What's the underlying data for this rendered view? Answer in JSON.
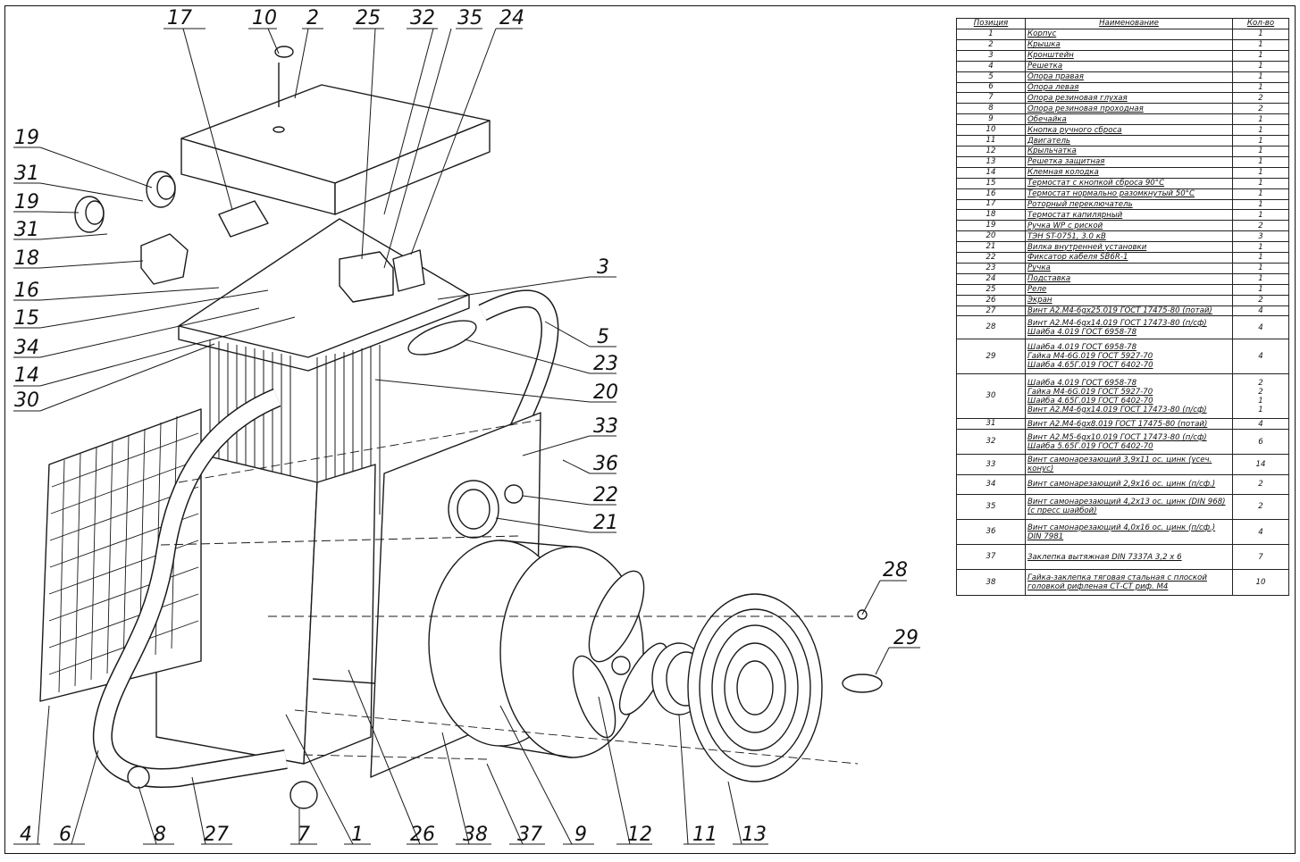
{
  "bom": {
    "headers": [
      "Позиция",
      "Наименование",
      "Кол-во"
    ],
    "rows": [
      {
        "pos": "1",
        "name": [
          "Корпус"
        ],
        "qty": [
          "1"
        ]
      },
      {
        "pos": "2",
        "name": [
          "Крышка"
        ],
        "qty": [
          "1"
        ]
      },
      {
        "pos": "3",
        "name": [
          "Кронштейн"
        ],
        "qty": [
          "1"
        ]
      },
      {
        "pos": "4",
        "name": [
          "Решетка"
        ],
        "qty": [
          "1"
        ]
      },
      {
        "pos": "5",
        "name": [
          "Опора правая"
        ],
        "qty": [
          "1"
        ]
      },
      {
        "pos": "6",
        "name": [
          "Опора левая"
        ],
        "qty": [
          "1"
        ]
      },
      {
        "pos": "7",
        "name": [
          "Опора резиновая глухая"
        ],
        "qty": [
          "2"
        ]
      },
      {
        "pos": "8",
        "name": [
          "Опора резиновая проходная"
        ],
        "qty": [
          "2"
        ]
      },
      {
        "pos": "9",
        "name": [
          "Обечайка"
        ],
        "qty": [
          "1"
        ]
      },
      {
        "pos": "10",
        "name": [
          "Кнопка ручного сброса"
        ],
        "qty": [
          "1"
        ]
      },
      {
        "pos": "11",
        "name": [
          "Двигатель"
        ],
        "qty": [
          "1"
        ]
      },
      {
        "pos": "12",
        "name": [
          "Крыльчатка"
        ],
        "qty": [
          "1"
        ]
      },
      {
        "pos": "13",
        "name": [
          "Решетка защитная"
        ],
        "qty": [
          "1"
        ]
      },
      {
        "pos": "14",
        "name": [
          "Клемная колодка"
        ],
        "qty": [
          "1"
        ]
      },
      {
        "pos": "15",
        "name": [
          "Термостат с кнопкой сброса 90°C"
        ],
        "qty": [
          "1"
        ]
      },
      {
        "pos": "16",
        "name": [
          "Термостат нормально разомкнутый 50°C"
        ],
        "qty": [
          "1"
        ]
      },
      {
        "pos": "17",
        "name": [
          "Роторный переключатель"
        ],
        "qty": [
          "1"
        ]
      },
      {
        "pos": "18",
        "name": [
          "Термостат капилярный"
        ],
        "qty": [
          "1"
        ]
      },
      {
        "pos": "19",
        "name": [
          "Ручка WP с риской"
        ],
        "qty": [
          "2"
        ]
      },
      {
        "pos": "20",
        "name": [
          "ТЭН ST-0751, 3.0 кВ"
        ],
        "qty": [
          "3"
        ]
      },
      {
        "pos": "21",
        "name": [
          "Вилка внутренней установки"
        ],
        "qty": [
          "1"
        ]
      },
      {
        "pos": "22",
        "name": [
          "Фиксатор кабеля SB6R-1"
        ],
        "qty": [
          "1"
        ]
      },
      {
        "pos": "23",
        "name": [
          "Ручка"
        ],
        "qty": [
          "1"
        ]
      },
      {
        "pos": "24",
        "name": [
          "Подставка"
        ],
        "qty": [
          "1"
        ]
      },
      {
        "pos": "25",
        "name": [
          "Реле"
        ],
        "qty": [
          "1"
        ]
      },
      {
        "pos": "26",
        "name": [
          "Экран"
        ],
        "qty": [
          "2"
        ]
      },
      {
        "pos": "27",
        "name": [
          "Винт А2.М4-6gx25.019 ГОСТ 17475-80 (потай)"
        ],
        "qty": [
          "4"
        ]
      },
      {
        "pos": "28",
        "name": [
          "Винт А2.М4-6gx14.019 ГОСТ 17473-80 (п/сф)",
          "Шайба 4.019 ГОСТ 6958-78"
        ],
        "qty": [
          "4"
        ]
      },
      {
        "pos": "29",
        "name": [
          "Шайба 4.019 ГОСТ 6958-78",
          "Гайка М4-6G.019 ГОСТ 5927-70",
          "Шайба 4.65Г.019 ГОСТ 6402-70"
        ],
        "qty": [
          "4"
        ]
      },
      {
        "pos": "30",
        "name": [
          "Шайба 4.019 ГОСТ 6958-78",
          "Гайка М4-6G.019 ГОСТ 5927-70",
          "Шайба 4.65Г.019 ГОСТ 6402-70",
          "Винт А2.М4-6gx14.019 ГОСТ 17473-80 (п/сф)"
        ],
        "qty": [
          "2",
          "2",
          "1",
          "1"
        ]
      },
      {
        "pos": "31",
        "name": [
          "Винт А2.М4-6gx8.019 ГОСТ 17475-80 (потай)"
        ],
        "qty": [
          "4"
        ]
      },
      {
        "pos": "32",
        "name": [
          "Винт А2.М5-6gx10.019 ГОСТ 17473-80 (п/сф)",
          "Шайба 5.65Г.019 ГОСТ 6402-70"
        ],
        "qty": [
          "6"
        ]
      },
      {
        "pos": "33",
        "name": [
          "Винт самонарезающий 3,9х11 ос. цинк (усеч. конус)"
        ],
        "qty": [
          "14"
        ]
      },
      {
        "pos": "34",
        "name": [
          "Винт самонарезающий 2,9х16 ос. цинк (п/сф.)"
        ],
        "qty": [
          "2"
        ]
      },
      {
        "pos": "35",
        "name": [
          "Винт самонарезающий 4,2х13 ос. цинк (DIN 968)",
          "(с пресс шайбой)"
        ],
        "qty": [
          "2"
        ]
      },
      {
        "pos": "36",
        "name": [
          "Винт самонарезающий 4,0х16 ос. цинк (п/сф.)",
          "DIN 7981"
        ],
        "qty": [
          "4"
        ]
      },
      {
        "pos": "37",
        "name": [
          "Заклепка вытяжная DIN 7337A 3,2 x 6"
        ],
        "qty": [
          "7"
        ]
      },
      {
        "pos": "38",
        "name": [
          "Гайка-заклепка тяговая стальная с плоской",
          "головкой рифленая СТ-СТ риф. М4"
        ],
        "qty": [
          "10"
        ]
      }
    ]
  },
  "callouts": {
    "c17": "17",
    "c10": "10",
    "c2": "2",
    "c25": "25",
    "c32": "32",
    "c35": "35",
    "c24": "24",
    "c19a": "19",
    "c31a": "31",
    "c19b": "19",
    "c31b": "31",
    "c18": "18",
    "c16": "16",
    "c15": "15",
    "c34": "34",
    "c14": "14",
    "c30": "30",
    "c3": "3",
    "c5": "5",
    "c23": "23",
    "c20": "20",
    "c33": "33",
    "c36": "36",
    "c22": "22",
    "c21": "21",
    "c28": "28",
    "c29": "29",
    "c4": "4",
    "c6": "6",
    "c8": "8",
    "c27": "27",
    "c7": "7",
    "c1": "1",
    "c26": "26",
    "c38": "38",
    "c37": "37",
    "c9": "9",
    "c12": "12",
    "c11": "11",
    "c13": "13"
  }
}
